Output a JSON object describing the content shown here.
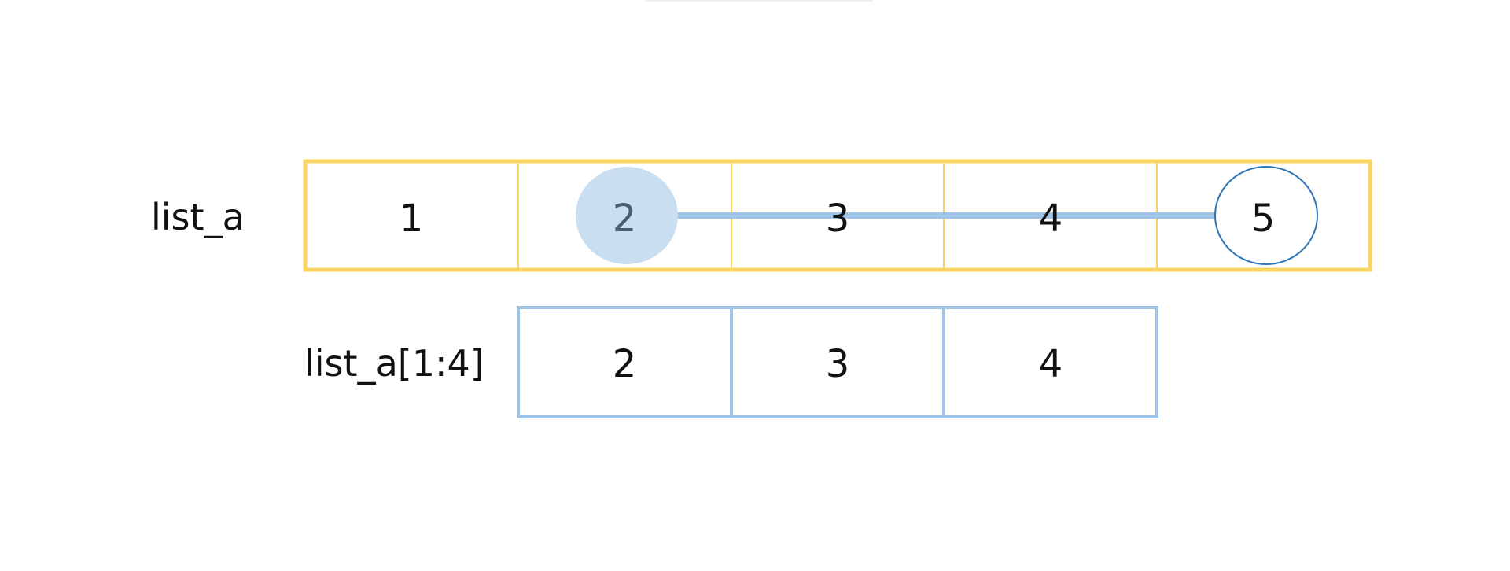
{
  "diagram": {
    "original": {
      "label": "list_a",
      "cells": [
        "1",
        "2",
        "3",
        "4",
        "5"
      ]
    },
    "slice": {
      "label": "list_a[1:4]",
      "cells": [
        "2",
        "3",
        "4"
      ],
      "start_index": 1,
      "end_index": 4
    },
    "colors": {
      "original_border": "#FAD566",
      "slice_border": "#9DC3E6",
      "start_marker_fill": "#C9DEF0",
      "end_marker_stroke": "#2E75B6",
      "range_line": "#9DC3E6",
      "text": "#111111"
    }
  }
}
